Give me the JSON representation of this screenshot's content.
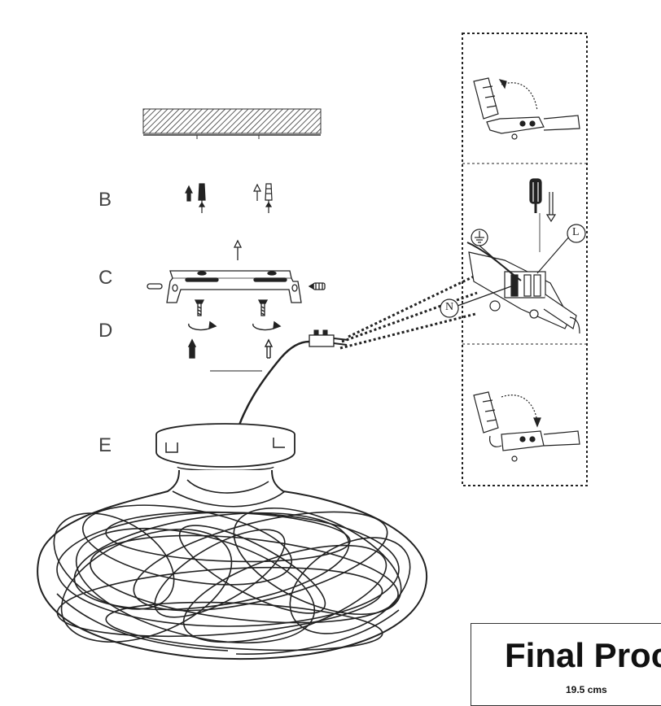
{
  "steps": {
    "b": "B",
    "c": "C",
    "d": "D",
    "e": "E"
  },
  "terminals": {
    "n": "N",
    "l": "L"
  },
  "final_product": {
    "title": "Final Proc",
    "dimension": "19.5 cms"
  },
  "colors": {
    "ink": "#222222",
    "label": "#444444"
  },
  "icons": [
    "ground-icon",
    "screwdriver-icon",
    "rotate-icon",
    "arrow-up-icon"
  ]
}
